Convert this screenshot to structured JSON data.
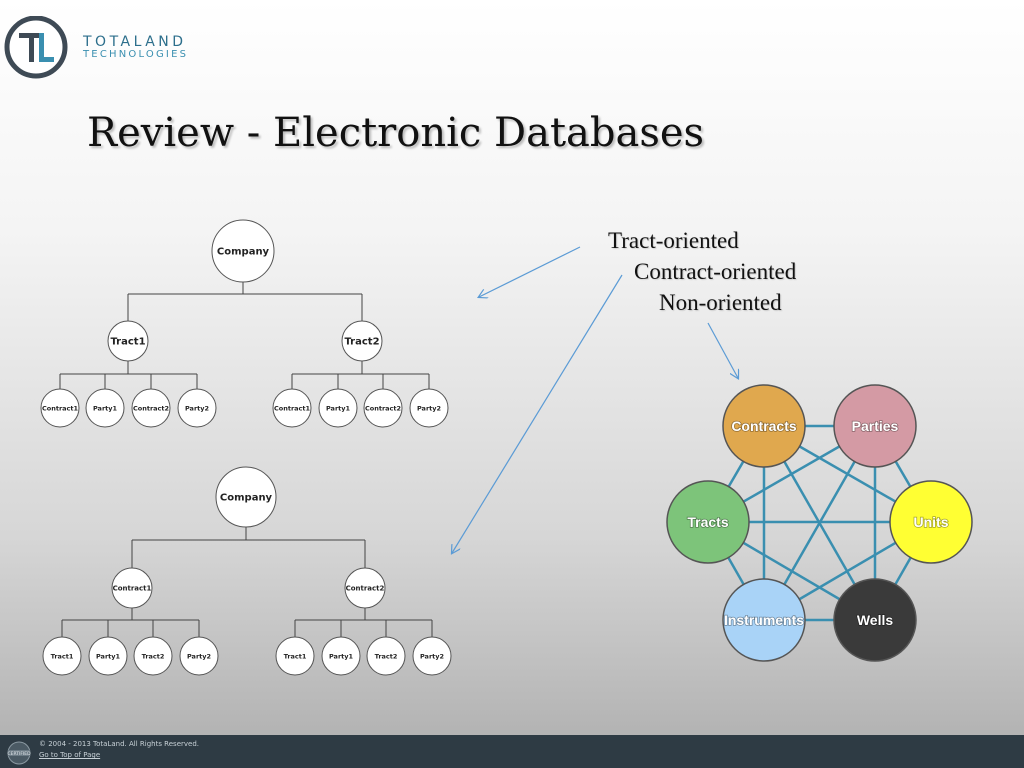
{
  "brand": {
    "name": "TOTALAND",
    "subtitle": "TECHNOLOGIES",
    "logo_icon": "tl-monogram-icon"
  },
  "slide": {
    "title": "Review - Electronic Databases",
    "labels": [
      "Tract-oriented",
      "Contract-oriented",
      "Non-oriented"
    ]
  },
  "tract_tree": {
    "root": "Company",
    "children": [
      {
        "label": "Tract1",
        "leaves": [
          "Contract1",
          "Party1",
          "Contract2",
          "Party2"
        ]
      },
      {
        "label": "Tract2",
        "leaves": [
          "Contract1",
          "Party1",
          "Contract2",
          "Party2"
        ]
      }
    ]
  },
  "contract_tree": {
    "root": "Company",
    "children": [
      {
        "label": "Contract1",
        "leaves": [
          "Tract1",
          "Party1",
          "Tract2",
          "Party2"
        ]
      },
      {
        "label": "Contract2",
        "leaves": [
          "Tract1",
          "Party1",
          "Tract2",
          "Party2"
        ]
      }
    ]
  },
  "network": {
    "nodes": [
      {
        "label": "Contracts",
        "color": "#e0a84e"
      },
      {
        "label": "Parties",
        "color": "#d49aa4"
      },
      {
        "label": "Tracts",
        "color": "#7dc47a"
      },
      {
        "label": "Units",
        "color": "#ffff33"
      },
      {
        "label": "Instruments",
        "color": "#a9d3f7"
      },
      {
        "label": "Wells",
        "color": "#3a3a3a"
      }
    ],
    "edge_color": "#3a8fb0"
  },
  "footer": {
    "badge_icon": "certified-badge-icon",
    "copyright": "© 2004 - 2013 TotaLand. All Rights Reserved.",
    "top_link": "Go to Top of Page"
  }
}
